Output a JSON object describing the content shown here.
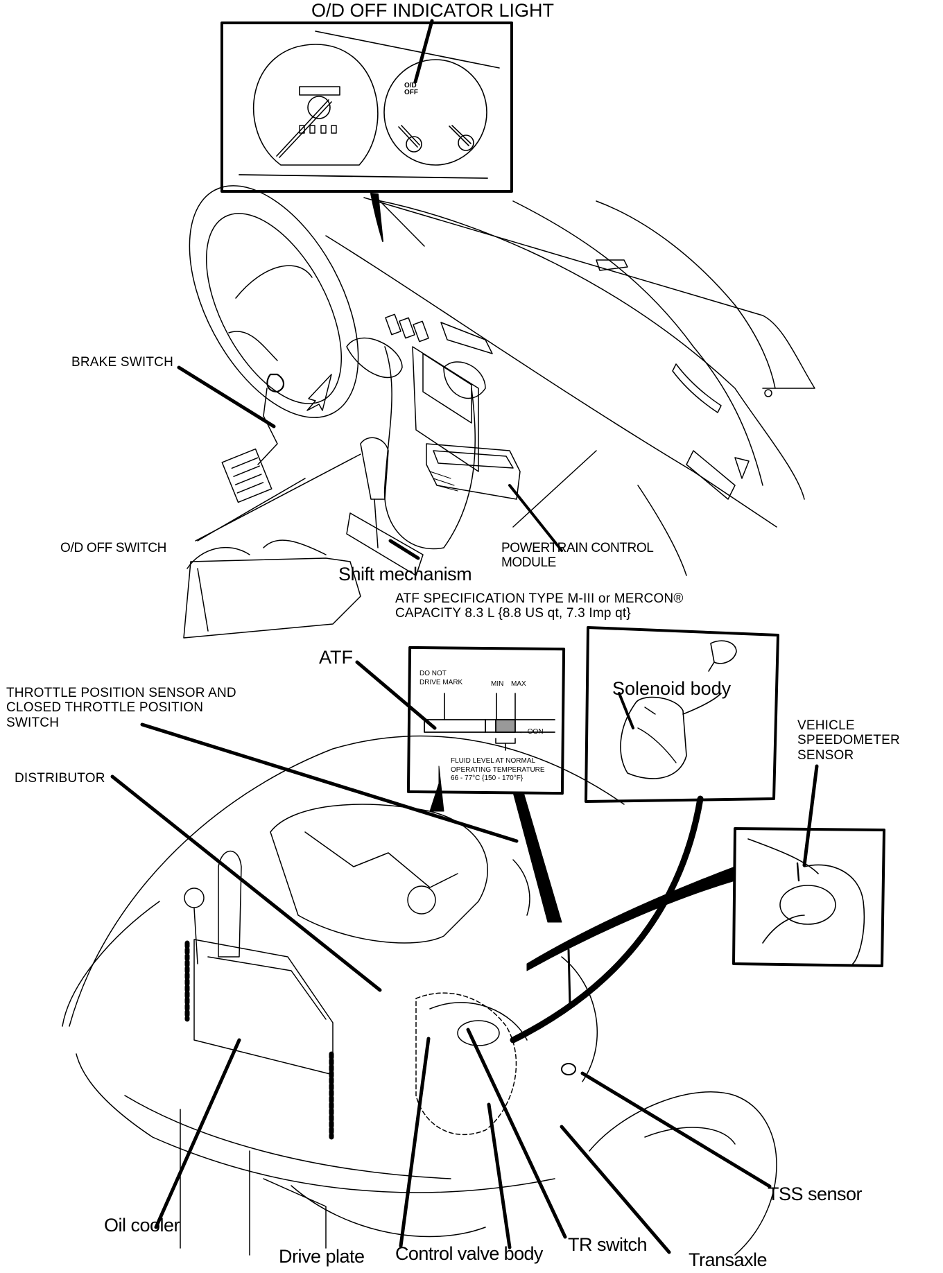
{
  "diagram": {
    "title": "O/D OFF INDICATOR LIGHT",
    "cluster_inset": {
      "indicator_line1": "O/D",
      "indicator_line2": "OFF"
    },
    "labels": {
      "brake_switch": "BRAKE SWITCH",
      "od_off_switch": "O/D OFF SWITCH",
      "shift_mechanism": "Shift mechanism",
      "pcm_line1": "POWERTRAIN CONTROL",
      "pcm_line2": "MODULE",
      "atf_spec_line1": "ATF SPECIFICATION TYPE M-III or MERCON®",
      "atf_spec_line2": "CAPACITY 8.3 L {8.8 US qt, 7.3 Imp qt}",
      "atf": "ATF",
      "tps_line1": "THROTTLE POSITION SENSOR AND",
      "tps_line2": "CLOSED THROTTLE POSITION",
      "tps_line3": "SWITCH",
      "distributor": "DISTRIBUTOR",
      "solenoid_body": "Solenoid body",
      "vss_line1": "VEHICLE",
      "vss_line2": "SPEEDOMETER",
      "vss_line3": "SENSOR",
      "oil_cooler": "Oil cooler",
      "drive_plate": "Drive plate",
      "control_valve_body": "Control valve body",
      "tr_switch": "TR switch",
      "transaxle": "Transaxle",
      "tss_sensor": "TSS sensor"
    },
    "dipstick_inset": {
      "do_not_line1": "DO NOT",
      "do_not_line2": "DRIVE MARK",
      "min": "MIN",
      "max": "MAX",
      "on_mark": "← OON",
      "fluid_line1": "FLUID LEVEL AT NORMAL",
      "fluid_line2": "OPERATING TEMPERATURE",
      "fluid_line3": "66 - 77°C {150 - 170°F}"
    }
  }
}
